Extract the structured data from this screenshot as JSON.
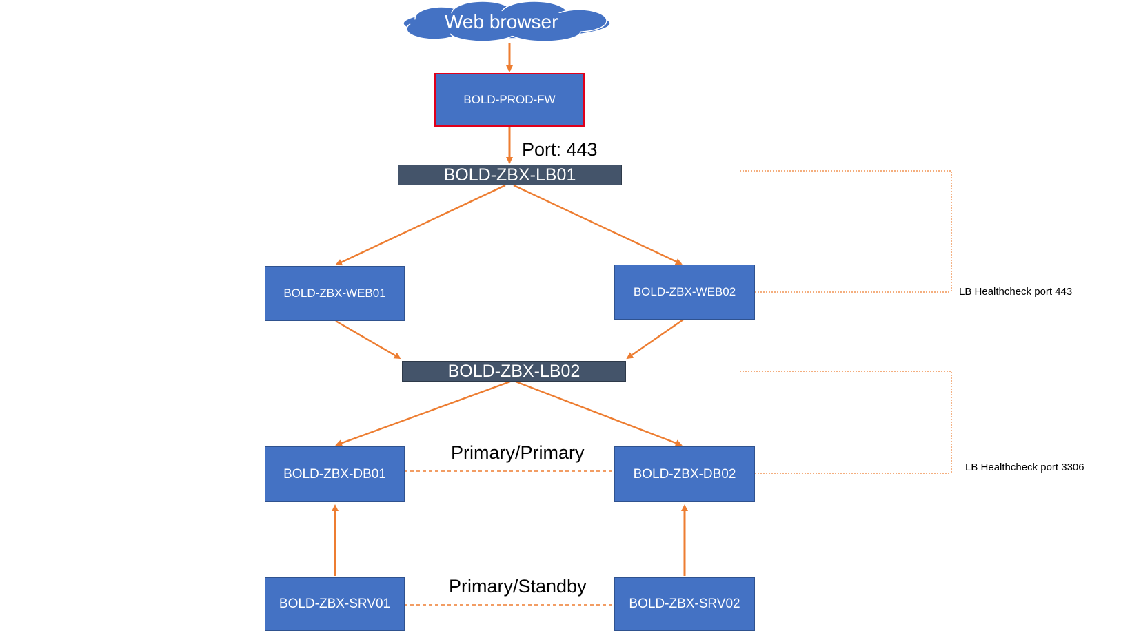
{
  "diagram": {
    "cloud": {
      "label": "Web browser"
    },
    "firewall": {
      "label": "BOLD-PROD-FW"
    },
    "port_label": "Port: 443",
    "lb01": {
      "label": "BOLD-ZBX-LB01"
    },
    "lb02": {
      "label": "BOLD-ZBX-LB02"
    },
    "web01": {
      "label": "BOLD-ZBX-WEB01"
    },
    "web02": {
      "label": "BOLD-ZBX-WEB02"
    },
    "db01": {
      "label": "BOLD-ZBX-DB01"
    },
    "db02": {
      "label": "BOLD-ZBX-DB02"
    },
    "srv01": {
      "label": "BOLD-ZBX-SRV01"
    },
    "srv02": {
      "label": "BOLD-ZBX-SRV02"
    },
    "db_replication": "Primary/Primary",
    "srv_replication": "Primary/Standby",
    "healthcheck_web": "LB Healthcheck port 443",
    "healthcheck_db": "LB Healthcheck port 3306"
  },
  "colors": {
    "node": "#4472c4",
    "lb": "#44546a",
    "arrow": "#ed7d31",
    "fw_border": "#e0001b",
    "cloud": "#4472c4"
  }
}
